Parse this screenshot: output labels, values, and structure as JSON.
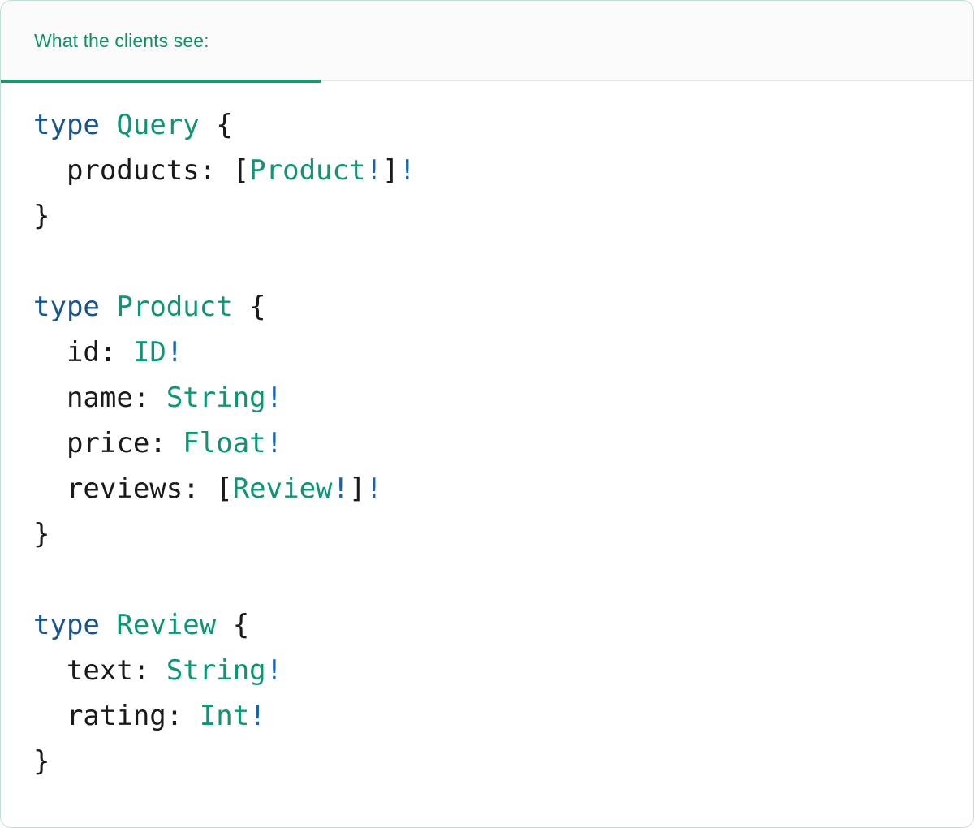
{
  "card": {
    "border_color": "#bfe0cf",
    "background": "#ffffff"
  },
  "tabbar": {
    "background": "#fafafa",
    "border_bottom_color": "#e3e3e3",
    "tabs": [
      {
        "label": "What the clients see:",
        "active": true,
        "color": "#0d9268",
        "indicator_color": "#17996f"
      }
    ]
  },
  "colors": {
    "keyword": "#17558f",
    "type_name": "#0c9673",
    "bang": "#1864ab",
    "punctuation": "#1a1a1a",
    "field": "#1a1a1a"
  },
  "code": {
    "language": "graphql",
    "lines": [
      {
        "id": "line-1",
        "tokens": [
          {
            "t": "kw",
            "v": "type"
          },
          {
            "t": "plain",
            "v": " "
          },
          {
            "t": "type",
            "v": "Query"
          },
          {
            "t": "plain",
            "v": " "
          },
          {
            "t": "punc",
            "v": "{"
          }
        ]
      },
      {
        "id": "line-2",
        "tokens": [
          {
            "t": "plain",
            "v": "  "
          },
          {
            "t": "field",
            "v": "products"
          },
          {
            "t": "punc",
            "v": ":"
          },
          {
            "t": "plain",
            "v": " "
          },
          {
            "t": "punc",
            "v": "["
          },
          {
            "t": "type",
            "v": "Product"
          },
          {
            "t": "bang",
            "v": "!"
          },
          {
            "t": "punc",
            "v": "]"
          },
          {
            "t": "bang",
            "v": "!"
          }
        ]
      },
      {
        "id": "line-3",
        "tokens": [
          {
            "t": "punc",
            "v": "}"
          }
        ]
      },
      {
        "id": "line-4",
        "tokens": []
      },
      {
        "id": "line-5",
        "tokens": [
          {
            "t": "kw",
            "v": "type"
          },
          {
            "t": "plain",
            "v": " "
          },
          {
            "t": "type",
            "v": "Product"
          },
          {
            "t": "plain",
            "v": " "
          },
          {
            "t": "punc",
            "v": "{"
          }
        ]
      },
      {
        "id": "line-6",
        "tokens": [
          {
            "t": "plain",
            "v": "  "
          },
          {
            "t": "field",
            "v": "id"
          },
          {
            "t": "punc",
            "v": ":"
          },
          {
            "t": "plain",
            "v": " "
          },
          {
            "t": "type",
            "v": "ID"
          },
          {
            "t": "bang",
            "v": "!"
          }
        ]
      },
      {
        "id": "line-7",
        "tokens": [
          {
            "t": "plain",
            "v": "  "
          },
          {
            "t": "field",
            "v": "name"
          },
          {
            "t": "punc",
            "v": ":"
          },
          {
            "t": "plain",
            "v": " "
          },
          {
            "t": "type",
            "v": "String"
          },
          {
            "t": "bang",
            "v": "!"
          }
        ]
      },
      {
        "id": "line-8",
        "tokens": [
          {
            "t": "plain",
            "v": "  "
          },
          {
            "t": "field",
            "v": "price"
          },
          {
            "t": "punc",
            "v": ":"
          },
          {
            "t": "plain",
            "v": " "
          },
          {
            "t": "type",
            "v": "Float"
          },
          {
            "t": "bang",
            "v": "!"
          }
        ]
      },
      {
        "id": "line-9",
        "tokens": [
          {
            "t": "plain",
            "v": "  "
          },
          {
            "t": "field",
            "v": "reviews"
          },
          {
            "t": "punc",
            "v": ":"
          },
          {
            "t": "plain",
            "v": " "
          },
          {
            "t": "punc",
            "v": "["
          },
          {
            "t": "type",
            "v": "Review"
          },
          {
            "t": "bang",
            "v": "!"
          },
          {
            "t": "punc",
            "v": "]"
          },
          {
            "t": "bang",
            "v": "!"
          }
        ]
      },
      {
        "id": "line-10",
        "tokens": [
          {
            "t": "punc",
            "v": "}"
          }
        ]
      },
      {
        "id": "line-11",
        "tokens": []
      },
      {
        "id": "line-12",
        "tokens": [
          {
            "t": "kw",
            "v": "type"
          },
          {
            "t": "plain",
            "v": " "
          },
          {
            "t": "type",
            "v": "Review"
          },
          {
            "t": "plain",
            "v": " "
          },
          {
            "t": "punc",
            "v": "{"
          }
        ]
      },
      {
        "id": "line-13",
        "tokens": [
          {
            "t": "plain",
            "v": "  "
          },
          {
            "t": "field",
            "v": "text"
          },
          {
            "t": "punc",
            "v": ":"
          },
          {
            "t": "plain",
            "v": " "
          },
          {
            "t": "type",
            "v": "String"
          },
          {
            "t": "bang",
            "v": "!"
          }
        ]
      },
      {
        "id": "line-14",
        "tokens": [
          {
            "t": "plain",
            "v": "  "
          },
          {
            "t": "field",
            "v": "rating"
          },
          {
            "t": "punc",
            "v": ":"
          },
          {
            "t": "plain",
            "v": " "
          },
          {
            "t": "type",
            "v": "Int"
          },
          {
            "t": "bang",
            "v": "!"
          }
        ]
      },
      {
        "id": "line-15",
        "tokens": [
          {
            "t": "punc",
            "v": "}"
          }
        ]
      }
    ]
  }
}
